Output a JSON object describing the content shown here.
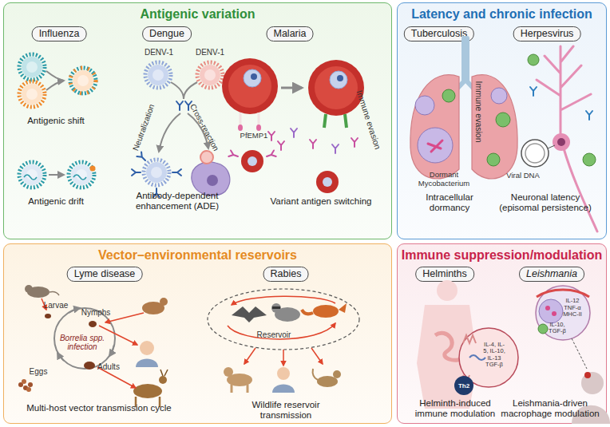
{
  "diagram": {
    "nodes": [
      {
        "text": [
          "Antigenic variation"
        ]
      },
      {
        "text": [
          "Influenza"
        ],
        "in": 0
      },
      {
        "text": [
          "Dengue"
        ],
        "in": 0
      },
      {
        "text": [
          "Malaria"
        ],
        "in": 0
      },
      {
        "text": [
          "Latency and chronic infection"
        ]
      },
      {
        "text": [
          "Tuberculosis"
        ],
        "in": 4
      },
      {
        "text": [
          "Herpesvirus"
        ],
        "in": 4
      },
      {
        "text": [
          "Vector–environmental reservoirs"
        ]
      },
      {
        "text": [
          "Lyme disease"
        ],
        "in": 7
      },
      {
        "text": [
          "Rabies"
        ],
        "in": 7
      },
      {
        "text": [
          "Immune suppression/modulation"
        ]
      },
      {
        "text": [
          "Helminths"
        ],
        "in": 10
      },
      {
        "text": [
          "Leishmania"
        ],
        "in": 10
      }
    ],
    "labels": [
      "Antigenic shift",
      "Antigenic drift",
      "DENV-1",
      "DENV-1",
      "Neutralization",
      "Cross-reaction",
      "Antibody-dependent enhancement (ADE)",
      "PfEMP1",
      "Immune evasion",
      "Variant antigen switching",
      "Immune evasion",
      "Dormant Mycobacterium",
      "Intracellular dormancy",
      "Viral DNA",
      "Neuronal latency (episomal persistence)",
      "Larvae",
      "Nymphs",
      "Borrelia spp. infection",
      "Eggs",
      "Adults",
      "Multi-host vector transmission cycle",
      "Reservoir",
      "Wildlife reservoir transmission",
      "IL-4, IL-5, IL-10, IL-13 TGF-β",
      "Th2",
      "IL-12 TNF-α MHC-II",
      "IL-10, TGF-β",
      "Helminth-induced immune modulation",
      "Leishmania-driven macrophage modulation"
    ]
  }
}
